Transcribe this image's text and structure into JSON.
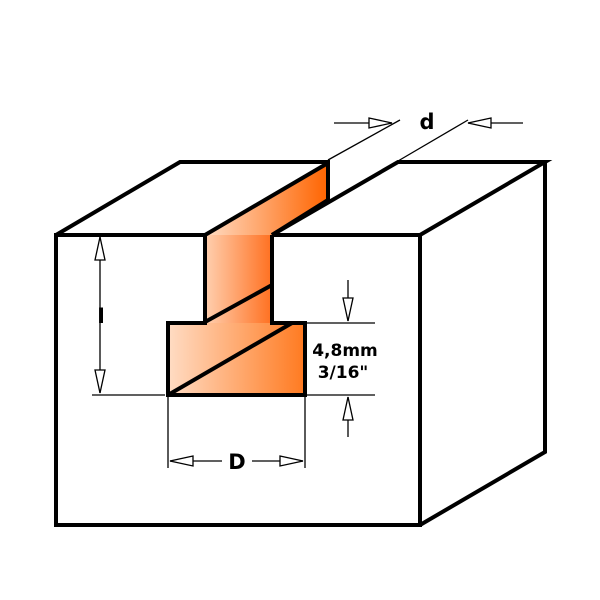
{
  "diagram": {
    "labels": {
      "d": "d",
      "I": "I",
      "D": "D",
      "height_mm": "4,8mm",
      "height_in": "3/16\""
    },
    "colors": {
      "outline": "#000000",
      "cutter_light": "#ffdcc4",
      "cutter_dark": "#ff6400"
    }
  }
}
